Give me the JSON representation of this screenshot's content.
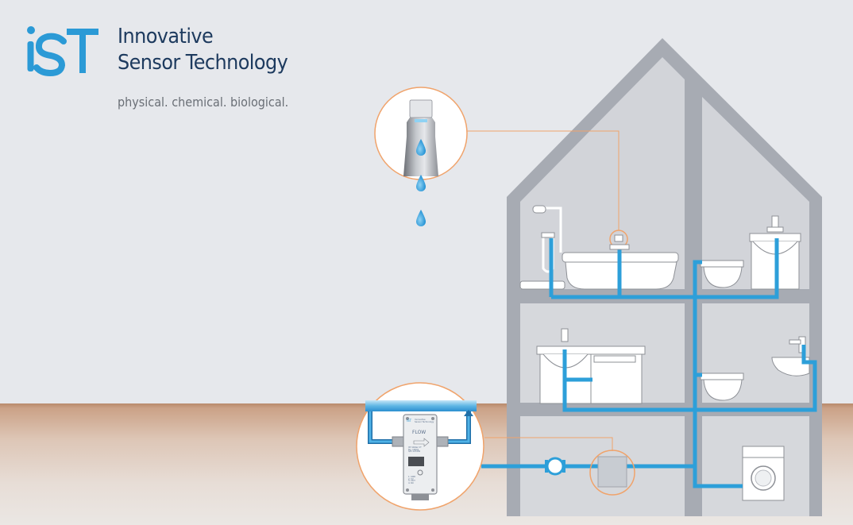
{
  "brand": {
    "logo_text": "iST",
    "name_line1": "Innovative",
    "name_line2": "Sensor Technology",
    "tagline": "physical. chemical. biological."
  },
  "sensor_device": {
    "brand_line1": "Innovative",
    "brand_line2": "Sensor Technology",
    "label": "FLOW",
    "info_lines": [
      "IST Water CT",
      "No. 10001",
      "S/N 123456"
    ],
    "wiring_lines": [
      "1: GND",
      "2: 5V",
      "3: OUT",
      "4: NC"
    ]
  },
  "colors": {
    "pipe": "#2d9fd9",
    "brand_blue": "#2b9ad6",
    "brand_dark": "#1d3a5e",
    "callout": "#f0a36b",
    "house_frame": "#a7abb3",
    "ground": "#c49a7f"
  },
  "icons": [
    "water-drop-icon",
    "faucet-icon",
    "bathtub-icon",
    "shower-icon",
    "sink-icon",
    "toilet-icon",
    "washing-machine-icon",
    "flow-meter-icon",
    "flow-sensor-icon"
  ]
}
